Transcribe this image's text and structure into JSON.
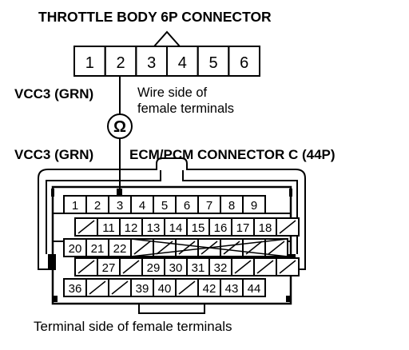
{
  "throttle_connector": {
    "title": "THROTTLE BODY 6P CONNECTOR",
    "terminals": [
      "1",
      "2",
      "3",
      "4",
      "5",
      "6"
    ]
  },
  "wire_upper": {
    "label": "VCC3 (GRN)"
  },
  "wire_side_note": {
    "line1": "Wire side of",
    "line2": "female terminals"
  },
  "ohmmeter": {
    "symbol": "Ω"
  },
  "wire_lower": {
    "label": "VCC3 (GRN)"
  },
  "ecm_connector": {
    "title": "ECM/PCM CONNECTOR C (44P)",
    "rows": [
      [
        "1",
        "2",
        "3",
        "4",
        "5",
        "6",
        "7",
        "8",
        "9"
      ],
      [
        "",
        "11",
        "12",
        "13",
        "14",
        "15",
        "16",
        "17",
        "18",
        ""
      ],
      [
        "20",
        "21",
        "22",
        "",
        "",
        "",
        "",
        "",
        "",
        ""
      ],
      [
        "",
        "27",
        "",
        "29",
        "30",
        "31",
        "32",
        "",
        "",
        ""
      ],
      [
        "36",
        "",
        "",
        "39",
        "40",
        "",
        "42",
        "43",
        "44"
      ]
    ]
  },
  "footer": {
    "caption": "Terminal side of female terminals"
  }
}
